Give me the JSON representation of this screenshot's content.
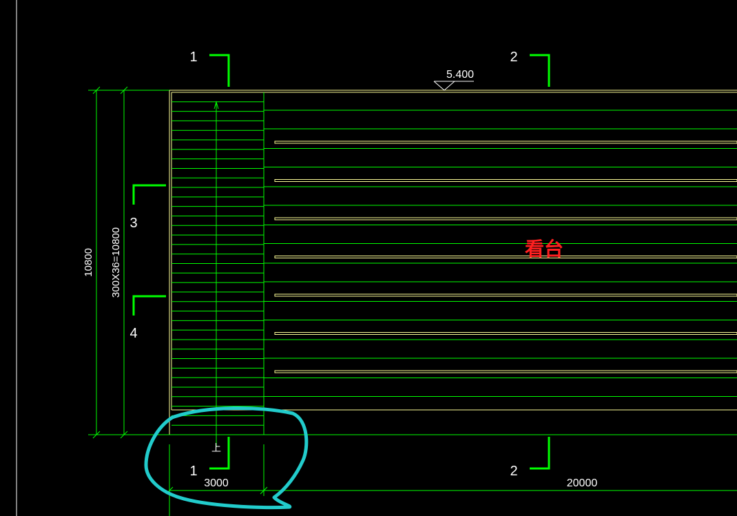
{
  "drawing": {
    "elevation_mark": "5.400",
    "title_label": "看台",
    "left_dimension_outer": "10800",
    "left_dimension_inner": "300X36=10800",
    "stair_up_label": "上",
    "bottom_dimension_left": "3000",
    "bottom_dimension_right": "20000"
  },
  "section_marks": {
    "top_left": "1",
    "top_right": "2",
    "bottom_left": "1",
    "bottom_right": "2",
    "left_upper": "3",
    "left_lower": "4"
  },
  "stair": {
    "step_count": 36
  },
  "tiers": {
    "row_count": 8
  },
  "colors": {
    "background": "#000000",
    "line": "#00ff00",
    "section_mark": "#00ff00",
    "outline": "#ffff99",
    "text": "#ffffff",
    "label": "#ff2020",
    "annotation": "#22cccc"
  }
}
